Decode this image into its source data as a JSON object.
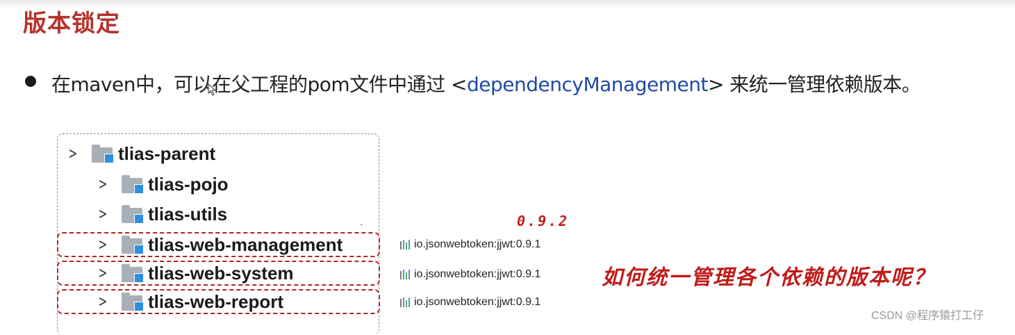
{
  "slide": {
    "title": "版本锁定",
    "bullet": {
      "prefix": "在maven中，可以在父工程的pom文件中通过 <",
      "tag": "dependencyManagement",
      "suffix": "> 来统一管理依赖版本。"
    }
  },
  "tree": {
    "items": [
      {
        "label": "tlias-parent",
        "highlighted": false
      },
      {
        "label": "tlias-pojo",
        "highlighted": false
      },
      {
        "label": "tlias-utils",
        "highlighted": false
      },
      {
        "label": "tlias-web-management",
        "highlighted": true
      },
      {
        "label": "tlias-web-system",
        "highlighted": true
      },
      {
        "label": "tlias-web-report",
        "highlighted": true
      }
    ]
  },
  "dependencies": [
    "io.jsonwebtoken:jjwt:0.9.1",
    "io.jsonwebtoken:jjwt:0.9.1",
    "io.jsonwebtoken:jjwt:0.9.1"
  ],
  "annotations": {
    "version_note": "0.9.2",
    "question": "如何统一管理各个依赖的版本呢？"
  },
  "watermark": "CSDN @程序猿打工仔",
  "colors": {
    "title": "#b5332b",
    "tag": "#1f4aa6",
    "annotation": "#c11a1a",
    "highlight_border": "#b22222"
  }
}
